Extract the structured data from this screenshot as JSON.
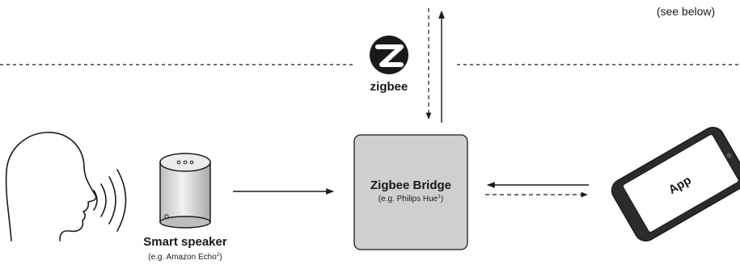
{
  "note": "(see below)",
  "zigbee": {
    "logo_text": "zigbee",
    "icon": "zigbee-logo-icon"
  },
  "bridge": {
    "title": "Zigbee Bridge",
    "subtitle": "(e.g. Philips Hue",
    "subtitle_sup": "1",
    "subtitle_end": ")"
  },
  "speaker": {
    "title": "Smart speaker",
    "subtitle": "(e.g. Amazon Echo",
    "subtitle_sup": "2",
    "subtitle_end": ")",
    "icon": "smart-speaker-icon"
  },
  "phone": {
    "screen_label": "App",
    "icon": "smartphone-icon"
  },
  "person": {
    "icon": "person-head-icon",
    "voice_icon": "sound-waves-icon"
  },
  "colors": {
    "stroke": "#1a1a1a",
    "bridge_fill": "#cfcfcf",
    "speaker_fill": "#d9d9d9",
    "phone_body": "#2b2b2b",
    "zigbee_black": "#1a1a1a"
  }
}
